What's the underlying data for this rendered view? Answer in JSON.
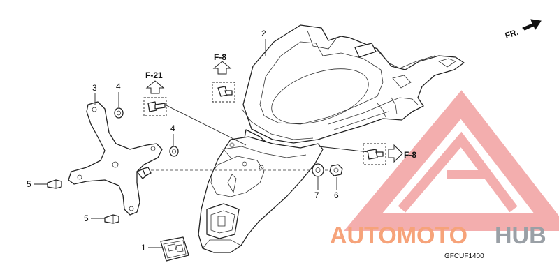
{
  "direction": {
    "label": "FR."
  },
  "references": {
    "f21": "F-21",
    "f8_top": "F-8",
    "f8_right": "F-8"
  },
  "callouts": {
    "p1": "1",
    "p2": "2",
    "p3": "3",
    "p4a": "4",
    "p4b": "4",
    "p5a": "5",
    "p5b": "5",
    "p6": "6",
    "p7": "7"
  },
  "diagram_code": "GFCUF1400",
  "watermark": {
    "text_part1": "AUTOMOTO",
    "text_part2": "HUB",
    "color_primary": "#f6a37a",
    "color_secondary": "#9aa0a6",
    "logo_color": "#f2a0a0"
  },
  "colors": {
    "line": "#222222",
    "background": "#ffffff"
  }
}
